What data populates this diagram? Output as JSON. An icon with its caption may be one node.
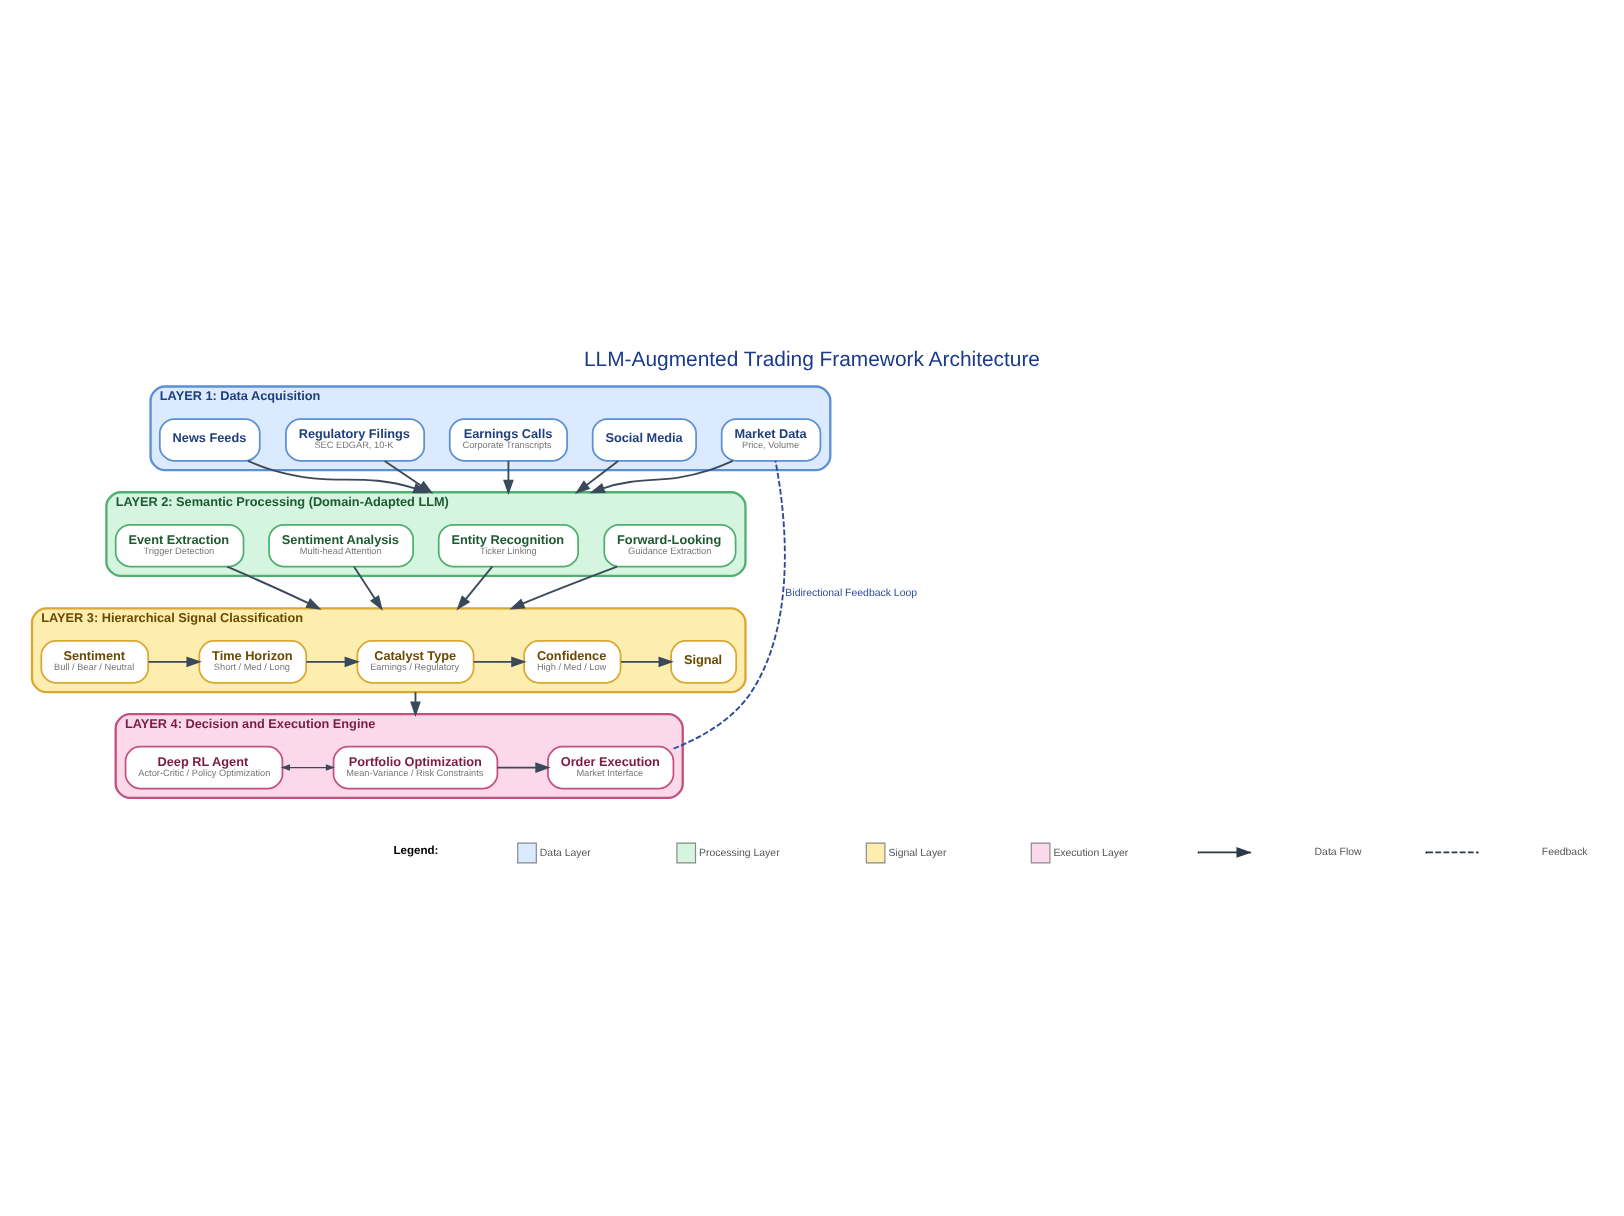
{
  "diagram": {
    "title": "LLM-Augmented Trading Framework Architecture",
    "nodes": [
      {
        "text": [
          "LAYER 1: Data Acquisition"
        ]
      },
      {
        "text": [
          "News Feeds"
        ],
        "in": 0
      },
      {
        "text": [
          "Regulatory Filings",
          "SEC EDGAR, 10-K"
        ],
        "in": 0
      },
      {
        "text": [
          "Earnings Calls",
          "Corporate Transcripts"
        ],
        "in": 0
      },
      {
        "text": [
          "Social Media"
        ],
        "in": 0
      },
      {
        "text": [
          "Market Data",
          "Price, Volume"
        ],
        "in": 0
      },
      {
        "text": [
          "LAYER 2: Semantic Processing (Domain-Adapted LLM)"
        ]
      },
      {
        "text": [
          "Event Extraction",
          "Trigger Detection"
        ],
        "in": 6
      },
      {
        "text": [
          "Sentiment Analysis",
          "Multi-head Attention"
        ],
        "in": 6
      },
      {
        "text": [
          "Entity Recognition",
          "Ticker Linking"
        ],
        "in": 6
      },
      {
        "text": [
          "Forward-Looking",
          "Guidance Extraction"
        ],
        "in": 6
      },
      {
        "text": [
          "LAYER 3: Hierarchical Signal Classification"
        ]
      },
      {
        "text": [
          "Sentiment",
          "Bull / Bear / Neutral"
        ],
        "in": 11
      },
      {
        "text": [
          "Time Horizon",
          "Short / Med / Long"
        ],
        "in": 11
      },
      {
        "text": [
          "Catalyst Type",
          "Earnings / Regulatory"
        ],
        "in": 11
      },
      {
        "text": [
          "Confidence",
          "High / Med / Low"
        ],
        "in": 11
      },
      {
        "text": [
          "Signal"
        ],
        "in": 11
      },
      {
        "text": [
          "LAYER 4: Decision and Execution Engine"
        ]
      },
      {
        "text": [
          "Deep RL Agent",
          "Actor-Critic / Policy Optimization"
        ],
        "in": 17
      },
      {
        "text": [
          "Portfolio Optimization",
          "Mean-Variance / Risk Constraints"
        ],
        "in": 17
      },
      {
        "text": [
          "Order Execution",
          "Market Interface"
        ],
        "in": 17
      }
    ],
    "edges": [
      {
        "from": 1,
        "to": 6,
        "arrow": "to"
      },
      {
        "from": 2,
        "to": 6,
        "arrow": "to"
      },
      {
        "from": 3,
        "to": 6,
        "arrow": "to"
      },
      {
        "from": 4,
        "to": 6,
        "arrow": "to"
      },
      {
        "from": 5,
        "to": 6,
        "arrow": "to"
      },
      {
        "from": 7,
        "to": 11,
        "arrow": "to"
      },
      {
        "from": 8,
        "to": 11,
        "arrow": "to"
      },
      {
        "from": 9,
        "to": 11,
        "arrow": "to"
      },
      {
        "from": 10,
        "to": 11,
        "arrow": "to"
      },
      {
        "from": 12,
        "to": 13,
        "arrow": "to"
      },
      {
        "from": 13,
        "to": 14,
        "arrow": "to"
      },
      {
        "from": 14,
        "to": 15,
        "arrow": "to"
      },
      {
        "from": 15,
        "to": 16,
        "arrow": "to"
      },
      {
        "from": 11,
        "to": 17,
        "arrow": "to"
      },
      {
        "from": 18,
        "to": 19,
        "arrow": "both"
      },
      {
        "from": 19,
        "to": 20,
        "arrow": "to"
      },
      {
        "from": 20,
        "to": 5,
        "arrow": "none",
        "style": "dashed",
        "color": "#2a4a9a",
        "label": "Bidirectional Feedback Loop"
      }
    ],
    "labels": [
      "Legend:"
    ],
    "legend": [
      {
        "text": "Data Layer",
        "color": "#dbeafe"
      },
      {
        "text": "Processing Layer",
        "color": "#d5f5e0"
      },
      {
        "text": "Signal Layer",
        "color": "#fdeeb0"
      },
      {
        "text": "Execution Layer",
        "color": "#fbd9ea"
      },
      {
        "text": "Data Flow"
      },
      {
        "text": "Feedback"
      }
    ]
  }
}
